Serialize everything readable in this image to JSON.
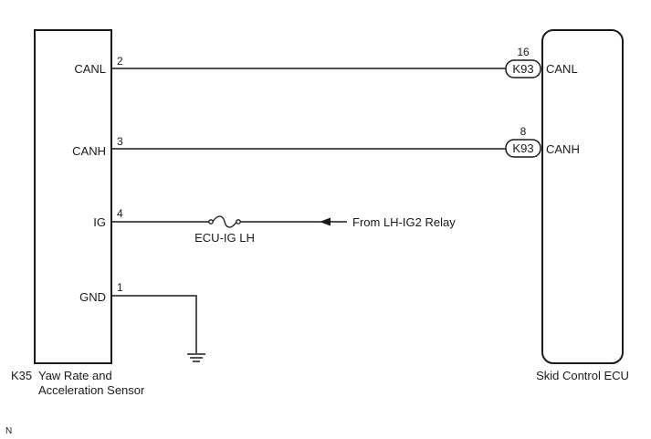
{
  "sensor": {
    "connector_code": "K35",
    "name_line1": "Yaw Rate and",
    "name_line2": "Acceleration Sensor",
    "pins": [
      {
        "label": "CANL",
        "number": "2"
      },
      {
        "label": "CANH",
        "number": "3"
      },
      {
        "label": "IG",
        "number": "4"
      },
      {
        "label": "GND",
        "number": "1"
      }
    ]
  },
  "ecu": {
    "name": "Skid Control ECU",
    "connector_code": "K93",
    "pins": [
      {
        "label": "CANL",
        "number": "16",
        "connector": "K93"
      },
      {
        "label": "CANH",
        "number": "8",
        "connector": "K93"
      }
    ]
  },
  "fuse": {
    "name": "ECU-IG LH"
  },
  "power_source": {
    "label": "From LH-IG2 Relay"
  },
  "corner_mark": "N",
  "colors": {
    "line": "#1a1a1a",
    "background": "#ffffff"
  }
}
